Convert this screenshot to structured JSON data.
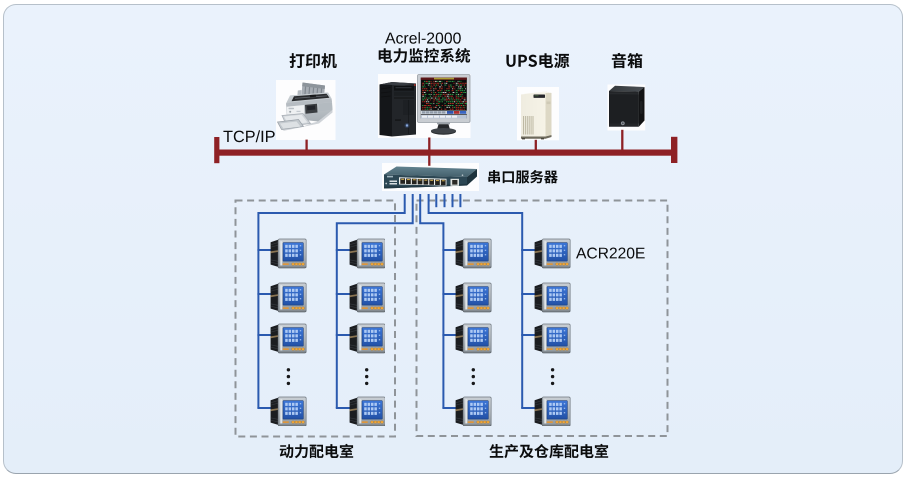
{
  "devices": {
    "printer": {
      "label": "打印机"
    },
    "computer": {
      "label_line1": "Acrel-2000",
      "label_line2": "电力监控系统"
    },
    "ups": {
      "label": "UPS电源"
    },
    "speaker": {
      "label": "音箱"
    }
  },
  "network": {
    "bus_label": "TCP/IP",
    "bus_color": "#8e2125",
    "wire_color": "#2b5aaf"
  },
  "serial_server": {
    "label": "串口服务器",
    "connected_branches": 4,
    "spare_port_stubs": 4
  },
  "meter": {
    "model_label": "ACR220E"
  },
  "rooms": [
    {
      "label": "动力配电室",
      "columns": 2,
      "visible_meters_per_column": 4,
      "ellipsis": "⋮"
    },
    {
      "label": "生产及仓库配电室",
      "columns": 2,
      "visible_meters_per_column": 4,
      "ellipsis": "⋮"
    }
  ]
}
